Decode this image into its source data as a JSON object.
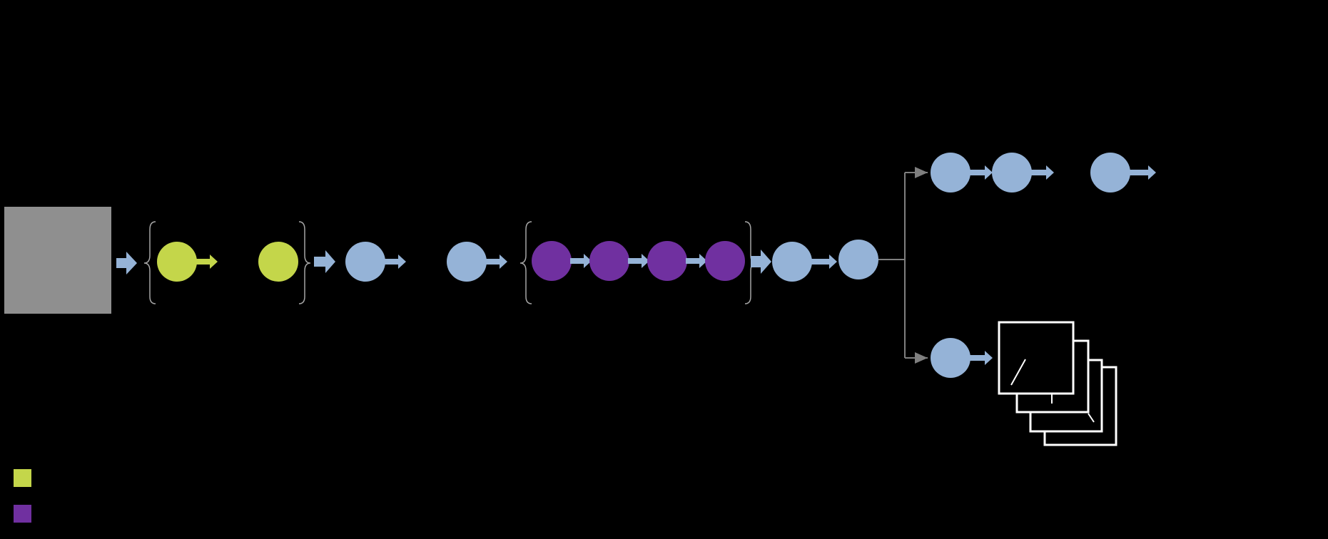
{
  "colors": {
    "background": "#000000",
    "input_box": "#8f8f8f",
    "green_node": "#c4d64a",
    "blue_node": "#95b3d7",
    "purple_node": "#7030a0",
    "bracket": "#a6a6a6",
    "connector": "#7f7f7f",
    "document_stroke": "#ffffff"
  },
  "diagram": {
    "input_block": {
      "shape": "rectangle",
      "color": "gray"
    },
    "main_row": [
      {
        "group": "green",
        "nodes": 2,
        "bracketed": true
      },
      {
        "group": "blue",
        "nodes": 2,
        "bracketed": false
      },
      {
        "group": "purple",
        "nodes": 4,
        "bracketed": true
      },
      {
        "group": "blue",
        "nodes": 2,
        "bracketed": false
      }
    ],
    "branches": [
      {
        "direction": "up",
        "nodes": 3,
        "color": "blue"
      },
      {
        "direction": "down",
        "nodes": 1,
        "color": "blue",
        "output": "stacked-documents",
        "document_count": 4
      }
    ]
  },
  "legend": [
    {
      "color": "#c4d64a",
      "label": ""
    },
    {
      "color": "#7030a0",
      "label": ""
    }
  ]
}
